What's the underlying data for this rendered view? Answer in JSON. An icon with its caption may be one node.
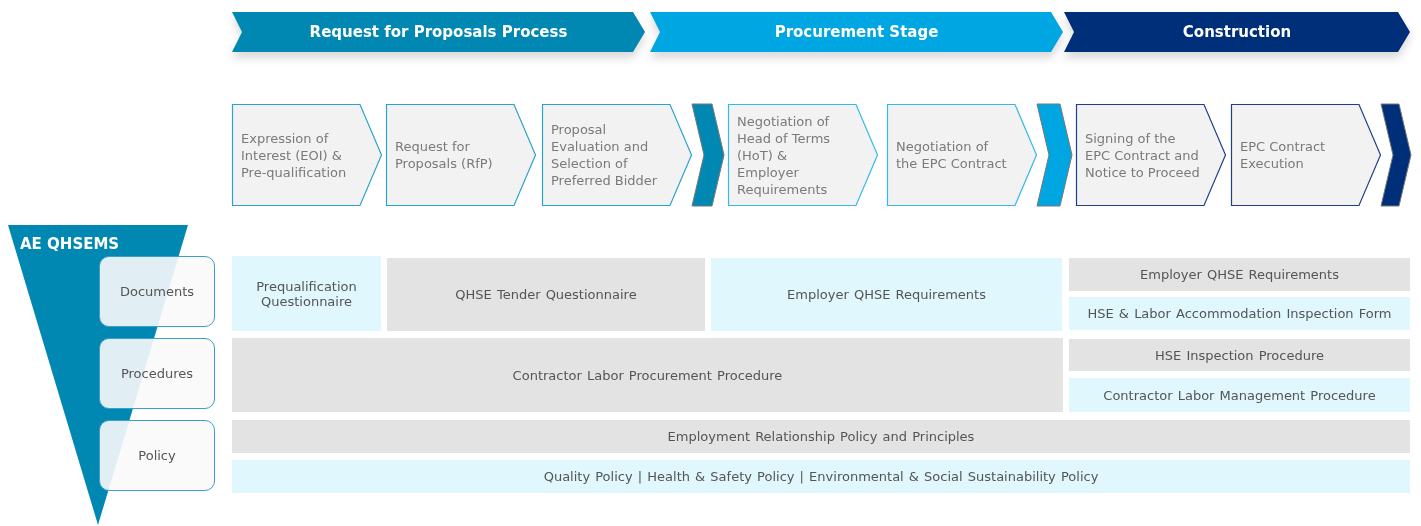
{
  "diagram": {
    "nodes": [
      {
        "text": [
          "Request for Proposals Process"
        ]
      },
      {
        "text": [
          "Procurement Stage"
        ]
      },
      {
        "text": [
          "Construction"
        ]
      },
      {
        "text": [
          "Expression of Interest (EOI) & Pre-qualification"
        ]
      },
      {
        "text": [
          "Request for Proposals (RfP)"
        ]
      },
      {
        "text": [
          "Proposal Evaluation and Selection of Preferred Bidder"
        ]
      },
      {
        "text": [
          "Negotiation of Head of Terms (HoT) & Employer Requirements"
        ]
      },
      {
        "text": [
          "Negotiation of the EPC Contract"
        ]
      },
      {
        "text": [
          "Signing of the EPC Contract and Notice to Proceed"
        ]
      },
      {
        "text": [
          "EPC Contract Execution"
        ]
      },
      {
        "text": [
          "AE QHSEMS"
        ]
      },
      {
        "text": [
          "Documents"
        ]
      },
      {
        "text": [
          "Procedures"
        ]
      },
      {
        "text": [
          "Policy"
        ]
      },
      {
        "text": [
          "Prequalification Questionnaire"
        ]
      },
      {
        "text": [
          "QHSE Tender Questionnaire"
        ]
      },
      {
        "text": [
          "Employer QHSE Requirements"
        ]
      },
      {
        "text": [
          "Employer QHSE Requirements"
        ]
      },
      {
        "text": [
          "HSE & Labor Accommodation Inspection Form"
        ]
      },
      {
        "text": [
          "Contractor Labor Procurement Procedure"
        ]
      },
      {
        "text": [
          "HSE Inspection Procedure"
        ]
      },
      {
        "text": [
          "Contractor Labor Management Procedure"
        ]
      },
      {
        "text": [
          "Employment Relationship Policy and Principles"
        ]
      },
      {
        "text": [
          "Quality Policy | Health & Safety Policy | Environmental & Social Sustainability Policy"
        ]
      }
    ],
    "edges": [
      {
        "from": 5,
        "to": 6,
        "arrow": "to",
        "color": "#0088b3"
      },
      {
        "from": 7,
        "to": 8,
        "arrow": "to",
        "color": "#00a6e2"
      },
      {
        "from": 9,
        "to": null,
        "arrow": "to",
        "color": "#002f7a"
      }
    ]
  }
}
